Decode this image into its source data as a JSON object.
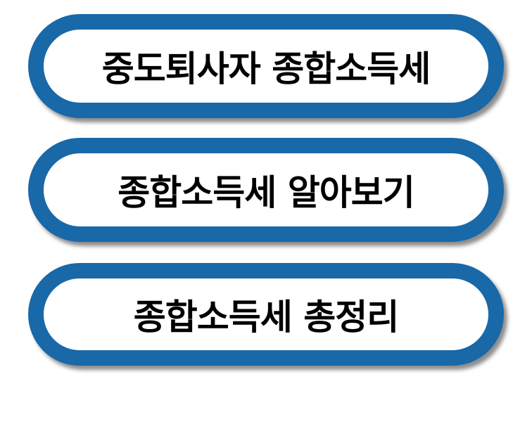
{
  "buttons": [
    {
      "label": "중도퇴사자 종합소득세"
    },
    {
      "label": "종합소득세 알아보기"
    },
    {
      "label": "종합소득세 총정리"
    }
  ],
  "colors": {
    "border": "#1968a8",
    "fill": "#ffffff",
    "text": "#000000"
  }
}
